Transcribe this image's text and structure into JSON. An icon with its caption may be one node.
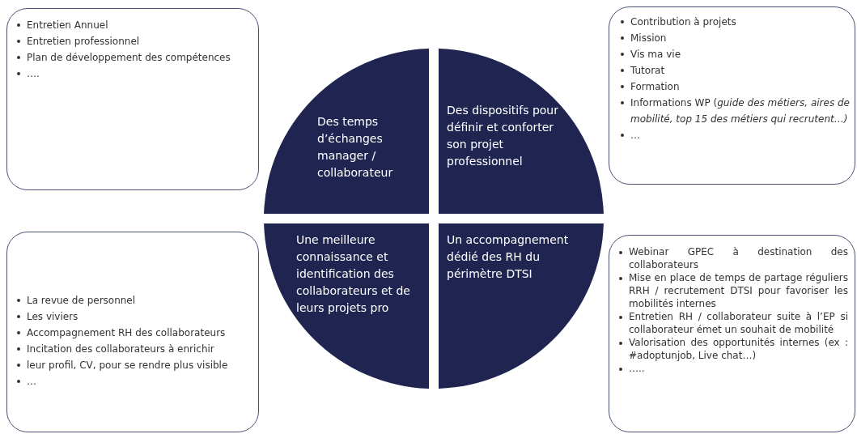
{
  "diagram": {
    "nodes": [
      {
        "text": [
          "Entretien Annuel",
          "Entretien professionnel",
          "Plan de développement des compétences",
          "…."
        ]
      },
      {
        "text": [
          "Contribution à projets",
          "Mission",
          "Vis ma vie",
          "Tutorat",
          "Formation",
          "Informations WP (*guide des métiers, aires de mobilité, top 15 des métiers qui recrutent…)*",
          "…"
        ]
      },
      {
        "text": [
          "Des temps d’échanges manager / collaborateur"
        ]
      },
      {
        "text": [
          "Des dispositifs pour définir et conforter son projet professionnel"
        ]
      },
      {
        "text": [
          "Une meilleure connaissance et identification des collaborateurs et de leurs projets pro"
        ]
      },
      {
        "text": [
          "Un accompagnement dédié des RH du périmètre DTSI"
        ]
      },
      {
        "text": [
          "La revue de personnel",
          "Les viviers",
          "Accompagnement RH des collaborateurs",
          "Incitation des collaborateurs à enrichir",
          "leur profil, CV, pour se rendre plus visible",
          "…"
        ]
      },
      {
        "text": [
          "Webinar GPEC à destination des collaborateurs",
          "Mise en place de temps de partage réguliers RRH / recrutement DTSI pour favoriser les mobilités internes",
          "Entretien RH / collaborateur suite à l’EP si collaborateur émet un souhait de mobilité",
          "Valorisation des opportunités internes (ex : #adoptunjob, Live chat…)",
          "….."
        ]
      }
    ]
  }
}
